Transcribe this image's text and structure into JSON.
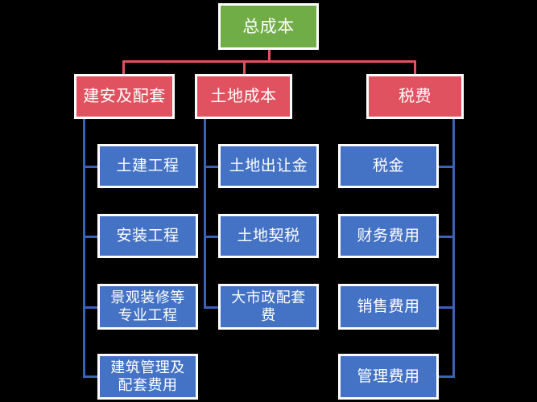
{
  "diagram": {
    "title": "总成本",
    "palette": {
      "background": "#000000",
      "root_fill": "#70AD47",
      "level2_fill": "#E15260",
      "level3_fill": "#4472C4",
      "border": "#FFFFFF",
      "connector_red": "#E15260",
      "connector_blue": "#3A62B5",
      "text": "#FFFFFF"
    },
    "root": {
      "label": "总成本"
    },
    "branches": [
      {
        "label": "建安及配套",
        "children": [
          {
            "label": "土建工程"
          },
          {
            "label": "安装工程"
          },
          {
            "label": "景观装修等\n专业工程"
          },
          {
            "label": "建筑管理及\n配套费用"
          }
        ]
      },
      {
        "label": "土地成本",
        "children": [
          {
            "label": "土地出让金"
          },
          {
            "label": "土地契税"
          },
          {
            "label": "大市政配套\n费"
          }
        ]
      },
      {
        "label": "税费",
        "children": [
          {
            "label": "税金"
          },
          {
            "label": "财务费用"
          },
          {
            "label": "销售费用"
          },
          {
            "label": "管理费用"
          }
        ]
      }
    ]
  }
}
